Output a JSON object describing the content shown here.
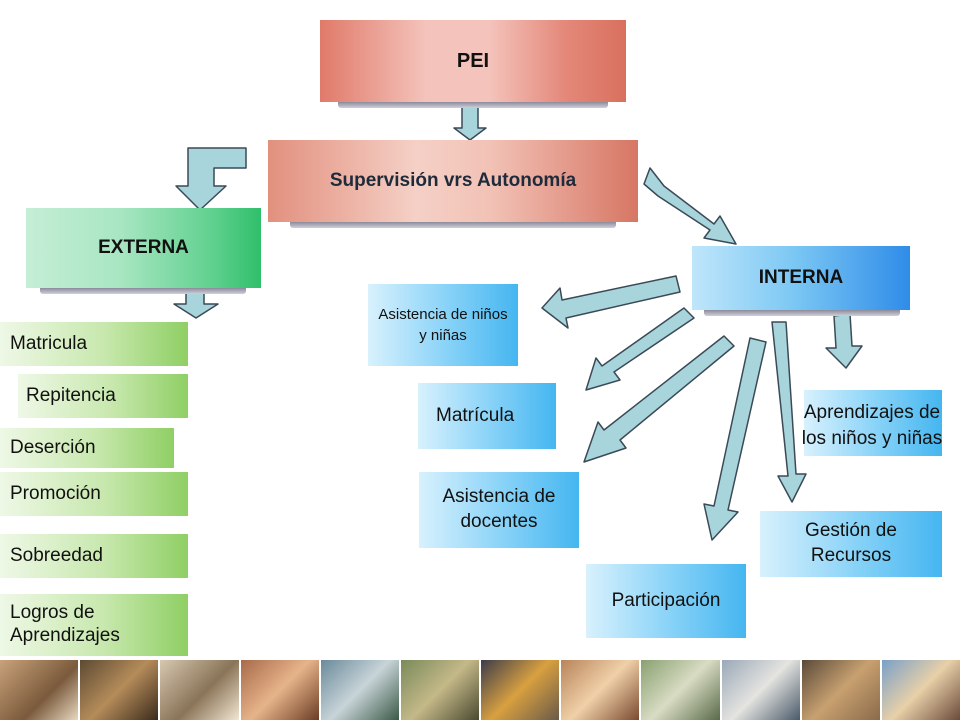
{
  "nodes": {
    "pei": "PEI",
    "supervision": "Supervisión vrs Autonomía",
    "externa": "EXTERNA",
    "interna": "INTERNA"
  },
  "externa_items": [
    "Matricula",
    "Repitencia",
    "Deserción",
    "Promoción",
    "Sobreedad",
    "Logros de Aprendizajes"
  ],
  "interna_items": {
    "asistencia_ninos": "Asistencia de niños y niñas",
    "matricula": "Matrícula",
    "asistencia_docentes": "Asistencia de docentes",
    "participacion": "Participación",
    "gestion": "Gestión de Recursos",
    "aprendizajes": "Aprendizajes de los niños y niñas"
  },
  "photo_strip": [
    "classroom-photo",
    "children-photo",
    "students-photo",
    "kids-photo",
    "group-photo",
    "school-photo",
    "teacher-photo",
    "children-smiling-photo",
    "outdoor-photo",
    "community-photo",
    "parents-photo",
    "children-celebrating-photo"
  ]
}
